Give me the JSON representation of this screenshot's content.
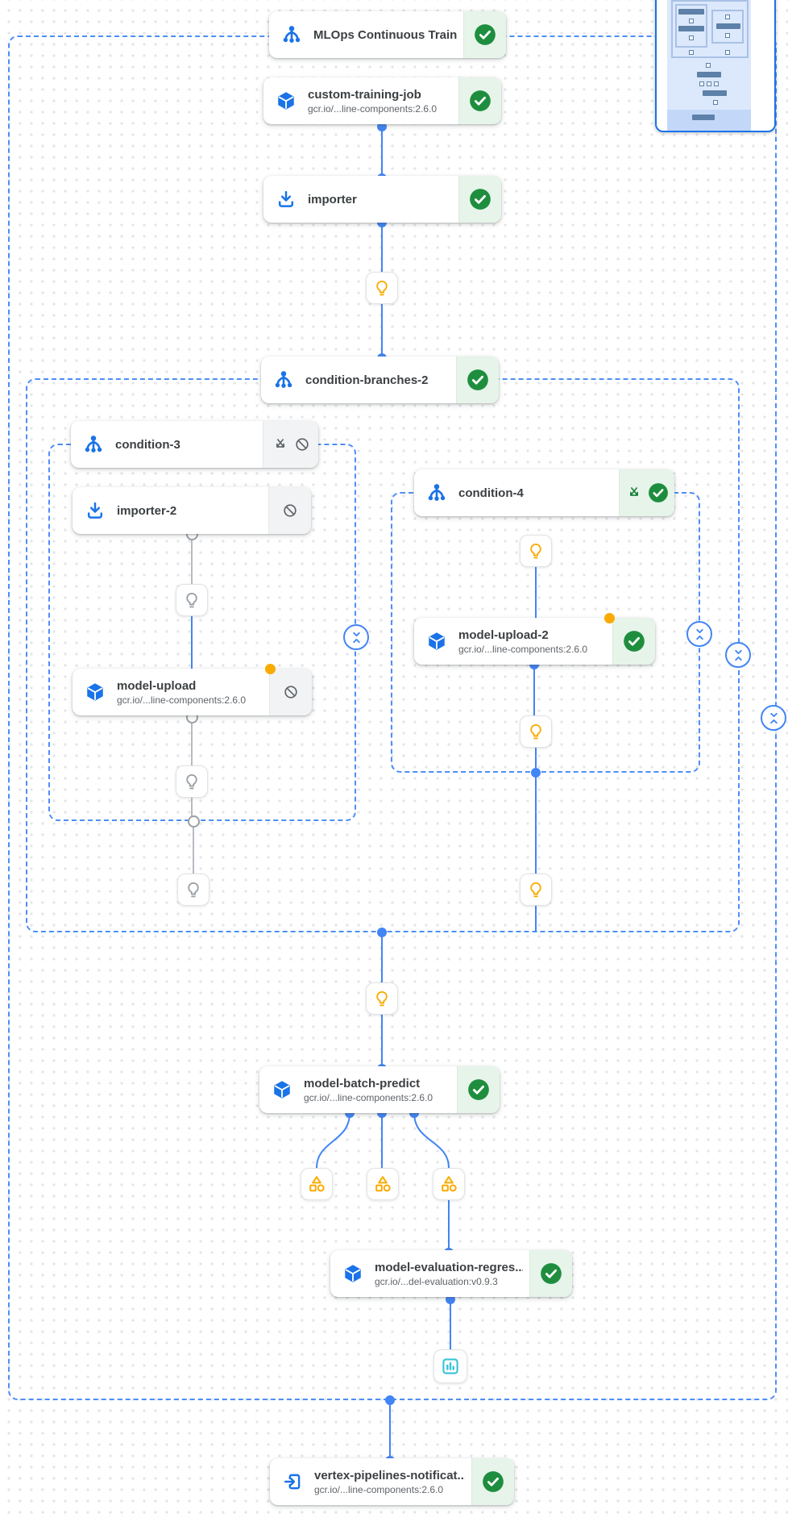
{
  "pipeline_graph": {
    "nodes": [
      {
        "id": "mlops-continuous-training",
        "title": "MLOps Continuous Traini...",
        "subtitle": null,
        "kind": "dag",
        "state": "succeeded"
      },
      {
        "id": "custom-training-job",
        "title": "custom-training-job",
        "subtitle": "gcr.io/...line-components:2.6.0",
        "kind": "component",
        "state": "succeeded"
      },
      {
        "id": "importer",
        "title": "importer",
        "subtitle": null,
        "kind": "importer",
        "state": "succeeded"
      },
      {
        "id": "condition-branches-2",
        "title": "condition-branches-2",
        "subtitle": null,
        "kind": "dag",
        "state": "succeeded"
      },
      {
        "id": "condition-3",
        "title": "condition-3",
        "subtitle": null,
        "kind": "condition",
        "state": "skipped"
      },
      {
        "id": "importer-2",
        "title": "importer-2",
        "subtitle": null,
        "kind": "importer",
        "state": "skipped"
      },
      {
        "id": "model-upload",
        "title": "model-upload",
        "subtitle": "gcr.io/...line-components:2.6.0",
        "kind": "component",
        "state": "skipped",
        "cached": true
      },
      {
        "id": "condition-4",
        "title": "condition-4",
        "subtitle": null,
        "kind": "condition",
        "state": "succeeded"
      },
      {
        "id": "model-upload-2",
        "title": "model-upload-2",
        "subtitle": "gcr.io/...line-components:2.6.0",
        "kind": "component",
        "state": "succeeded",
        "cached": true
      },
      {
        "id": "model-batch-predict",
        "title": "model-batch-predict",
        "subtitle": "gcr.io/...line-components:2.6.0",
        "kind": "component",
        "state": "succeeded"
      },
      {
        "id": "model-evaluation-regression",
        "title": "model-evaluation-regres...",
        "subtitle": "gcr.io/...del-evaluation:v0.9.3",
        "kind": "component",
        "state": "succeeded"
      },
      {
        "id": "vertex-pipelines-notification",
        "title": "vertex-pipelines-notificat...",
        "subtitle": "gcr.io/...line-components:2.6.0",
        "kind": "component",
        "state": "succeeded"
      }
    ],
    "colors": {
      "node_icon_blue": "#1a73e8",
      "edge_blue": "#4285f4",
      "edge_skipped_gray": "#b7bbbf",
      "container_dash_blue": "#4d8ef7",
      "success_green": "#1e8e3e",
      "success_bg": "#e6f4ea",
      "skipped_bg": "#f1f3f4",
      "skipped_icon_gray": "#5f6368",
      "artifact_amber": "#f9ab00",
      "metrics_teal": "#35c3d7",
      "cached_dot_amber": "#f9ab00"
    }
  }
}
